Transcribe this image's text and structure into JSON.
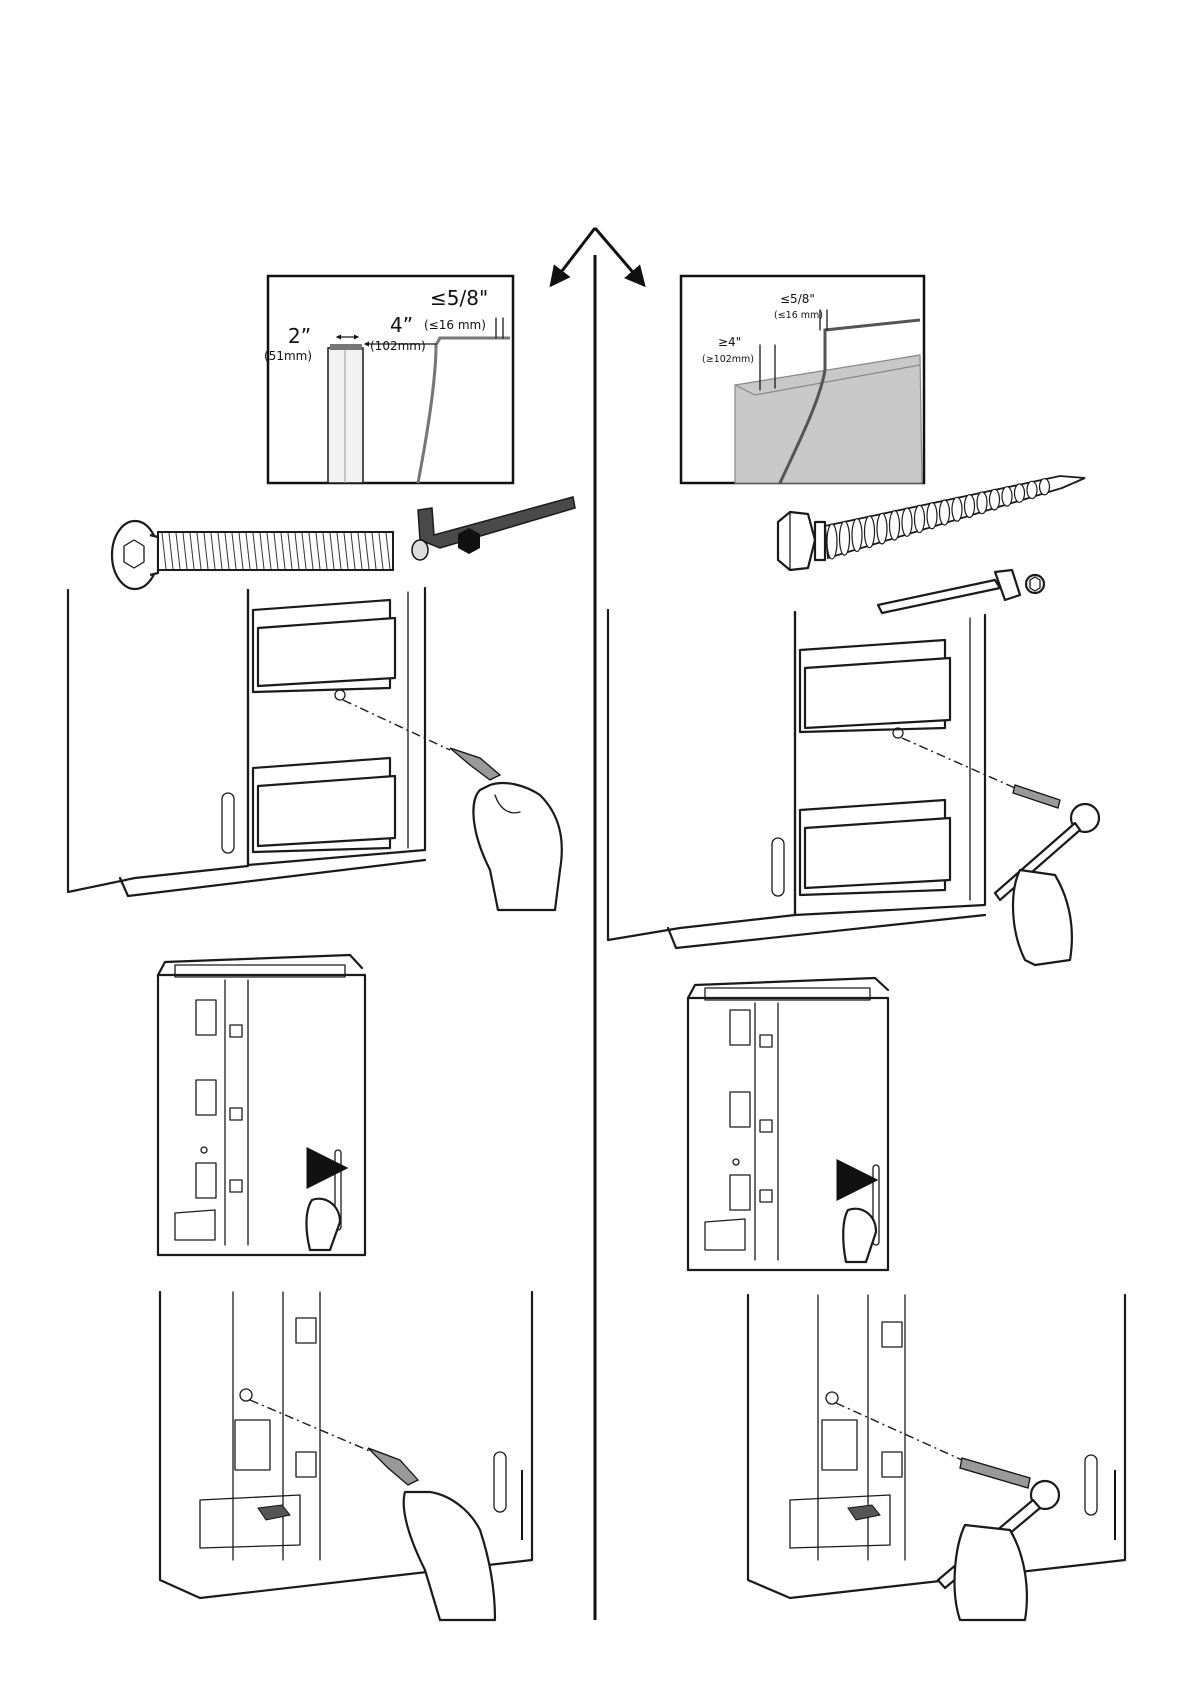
{
  "left": {
    "spec_top": "≤5/8\"",
    "spec_top_mm": "(≤16 mm)",
    "width_in": "2”",
    "width_mm": "(51mm)",
    "depth_in": "4”",
    "depth_mm": "(102mm)"
  },
  "right": {
    "spec_top": "≤5/8\"",
    "spec_top_mm": "(≤16 mm)",
    "depth_in": "≥4\"",
    "depth_mm": "(≥102mm)"
  }
}
